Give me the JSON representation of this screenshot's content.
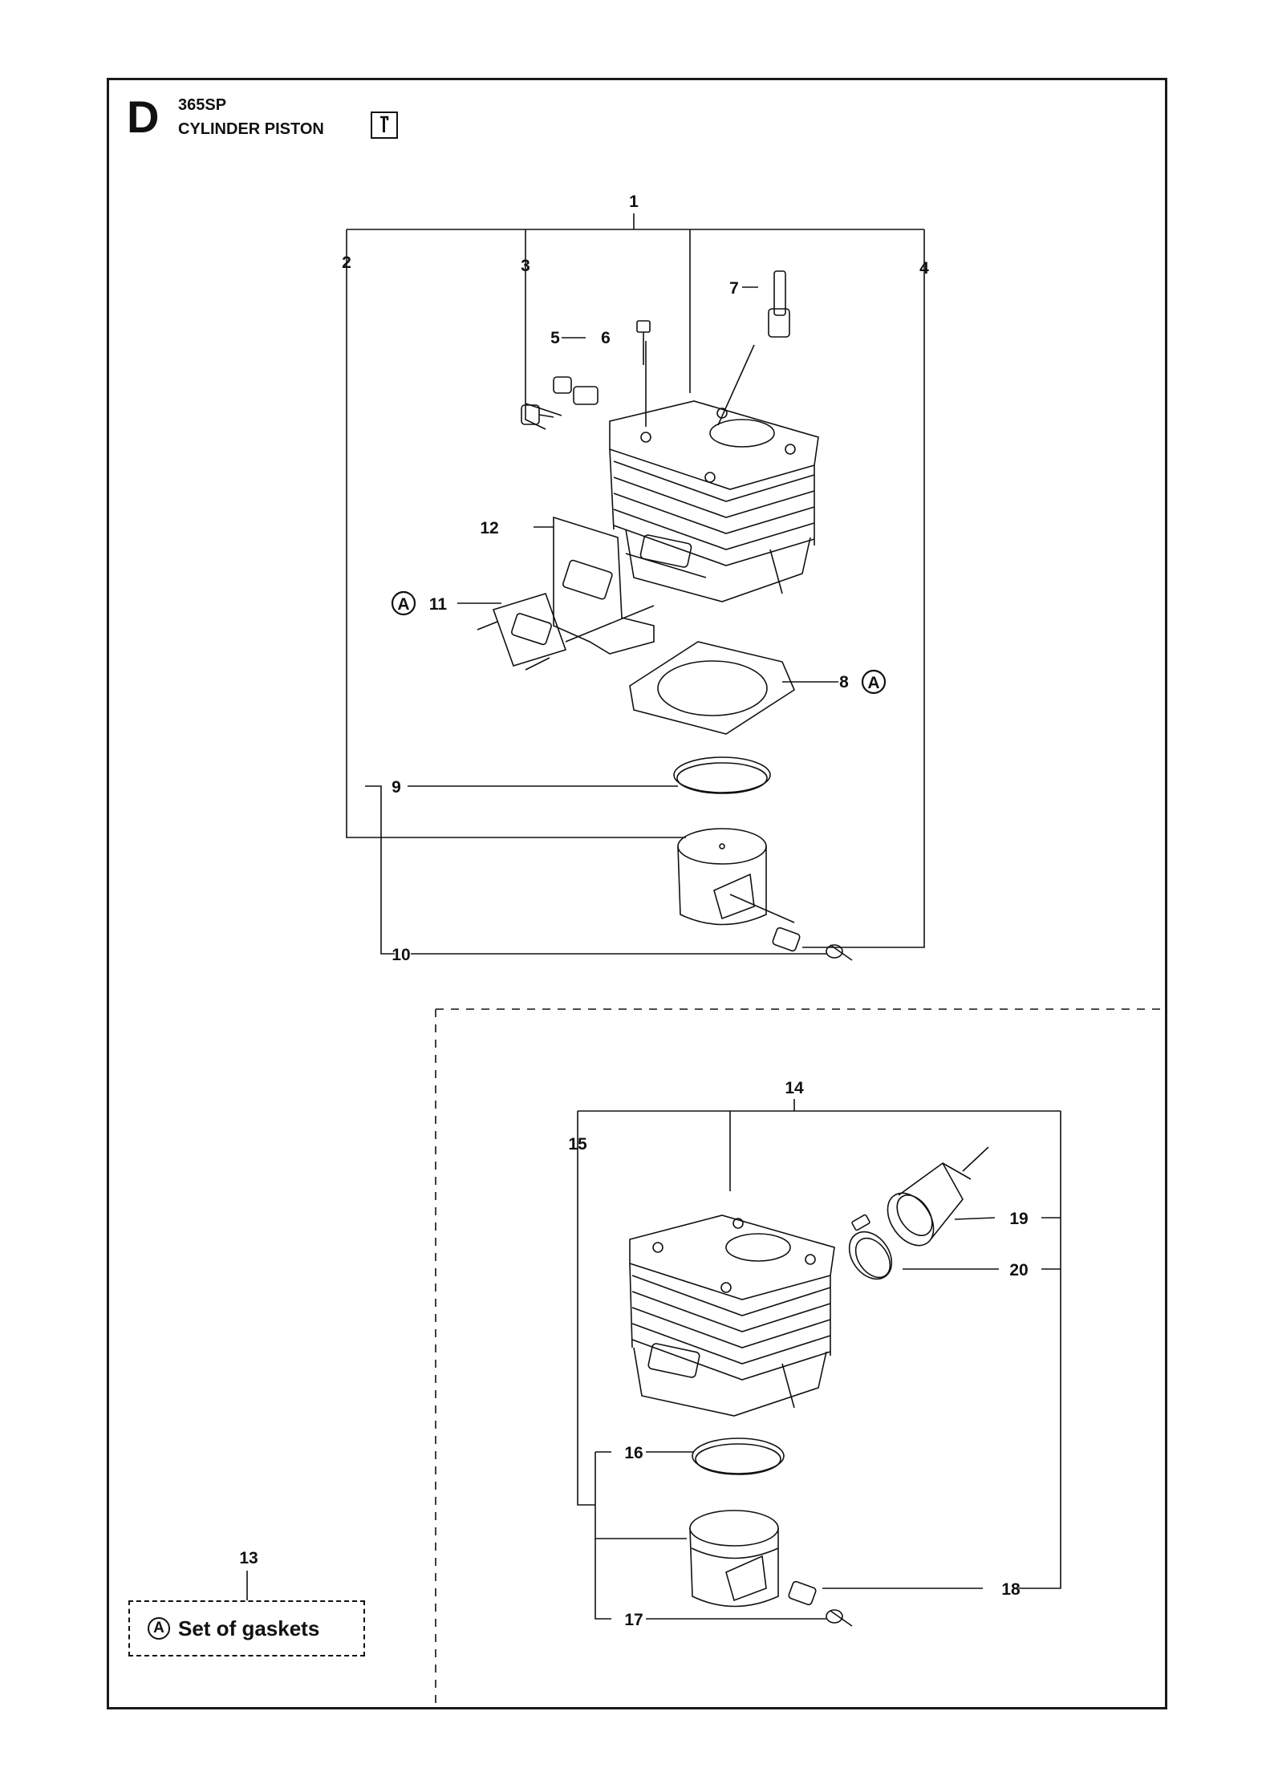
{
  "header": {
    "section_letter": "D",
    "model": "365SP",
    "title": "CYLINDER PISTON",
    "tool_icon": "service-tool-icon"
  },
  "callouts": {
    "n1": "1",
    "n2": "2",
    "n3": "3",
    "n4": "4",
    "n5": "5",
    "n6": "6",
    "n7": "7",
    "n8": "8",
    "n9": "9",
    "n10": "10",
    "n11": "11",
    "n12": "12",
    "n13": "13",
    "n14": "14",
    "n15": "15",
    "n16": "16",
    "n17": "17",
    "n18": "18",
    "n19": "19",
    "n20": "20"
  },
  "kit_marker": "A",
  "legend": {
    "marker": "A",
    "text": "Set of gaskets"
  }
}
